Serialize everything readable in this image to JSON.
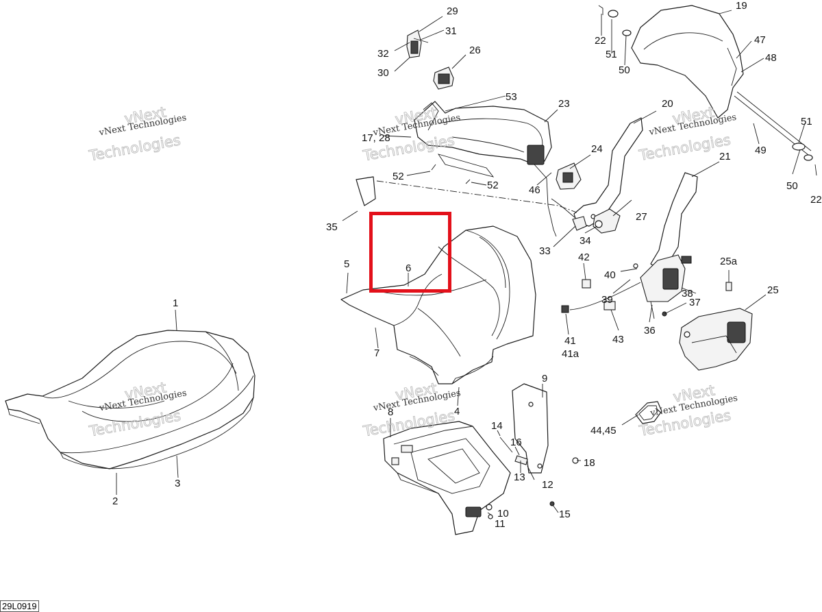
{
  "diagram_code": "29L0919",
  "watermark": {
    "line1": "vNext Technologies",
    "line2": "vNext",
    "line3": "Technologies"
  },
  "highlight_color": "#e3101a",
  "callouts": {
    "c1": "1",
    "c2": "2",
    "c3": "3",
    "c4": "4",
    "c5": "5",
    "c6": "6",
    "c7": "7",
    "c8": "8",
    "c9": "9",
    "c10": "10",
    "c11": "11",
    "c12": "12",
    "c13": "13",
    "c14": "14",
    "c15": "15",
    "c16": "16",
    "c17_28": "17, 28",
    "c18": "18",
    "c19": "19",
    "c20": "20",
    "c21": "21",
    "c22a": "22",
    "c22b": "22",
    "c23": "23",
    "c24": "24",
    "c25": "25",
    "c25a": "25a",
    "c26": "26",
    "c27": "27",
    "c29": "29",
    "c30": "30",
    "c31": "31",
    "c32": "32",
    "c33": "33",
    "c34": "34",
    "c35": "35",
    "c36": "36",
    "c37": "37",
    "c38": "38",
    "c39": "39",
    "c40": "40",
    "c41": "41",
    "c41a": "41a",
    "c42": "42",
    "c43": "43",
    "c44_45": "44,45",
    "c46": "46",
    "c47": "47",
    "c48": "48",
    "c49": "49",
    "c50a": "50",
    "c50b": "50",
    "c51a": "51",
    "c51b": "51",
    "c52a": "52",
    "c52b": "52",
    "c53": "53"
  }
}
